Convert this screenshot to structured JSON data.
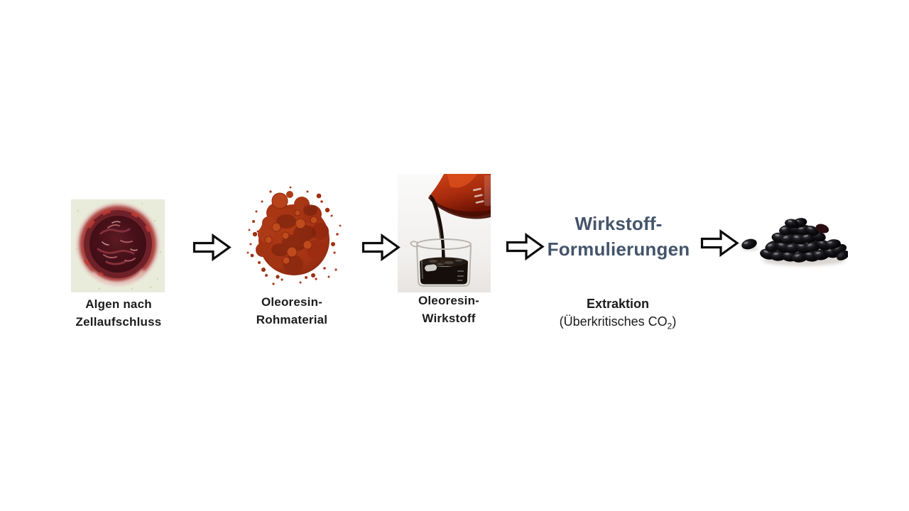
{
  "colors": {
    "heading_text": "#44546A",
    "caption_text": "#1b1b1b",
    "arrow_outline": "#0b0b0b",
    "arrow_fill": "#ffffff",
    "oleoresin_powder": "#a93716",
    "algae_paste": "#4a1019",
    "capsules": "#0d0d10"
  },
  "steps": {
    "algae": {
      "label_line1": "Algen nach",
      "label_line2": "Zellaufschluss"
    },
    "raw_material": {
      "label_line1": "Oleoresin-",
      "label_line2": "Rohmaterial"
    },
    "active_ingredient": {
      "label_line1": "Oleoresin-",
      "label_line2": "Wirkstoff"
    },
    "formulation": {
      "heading_line1": "Wirkstoff-",
      "heading_line2": "Formulierungen"
    },
    "extraction": {
      "title": "Extraktion",
      "detail_prefix": "(Überkritisches CO",
      "detail_subscript": "2",
      "detail_suffix": ")"
    }
  },
  "icons": {
    "flow_arrow": "block-arrow-right-icon"
  }
}
